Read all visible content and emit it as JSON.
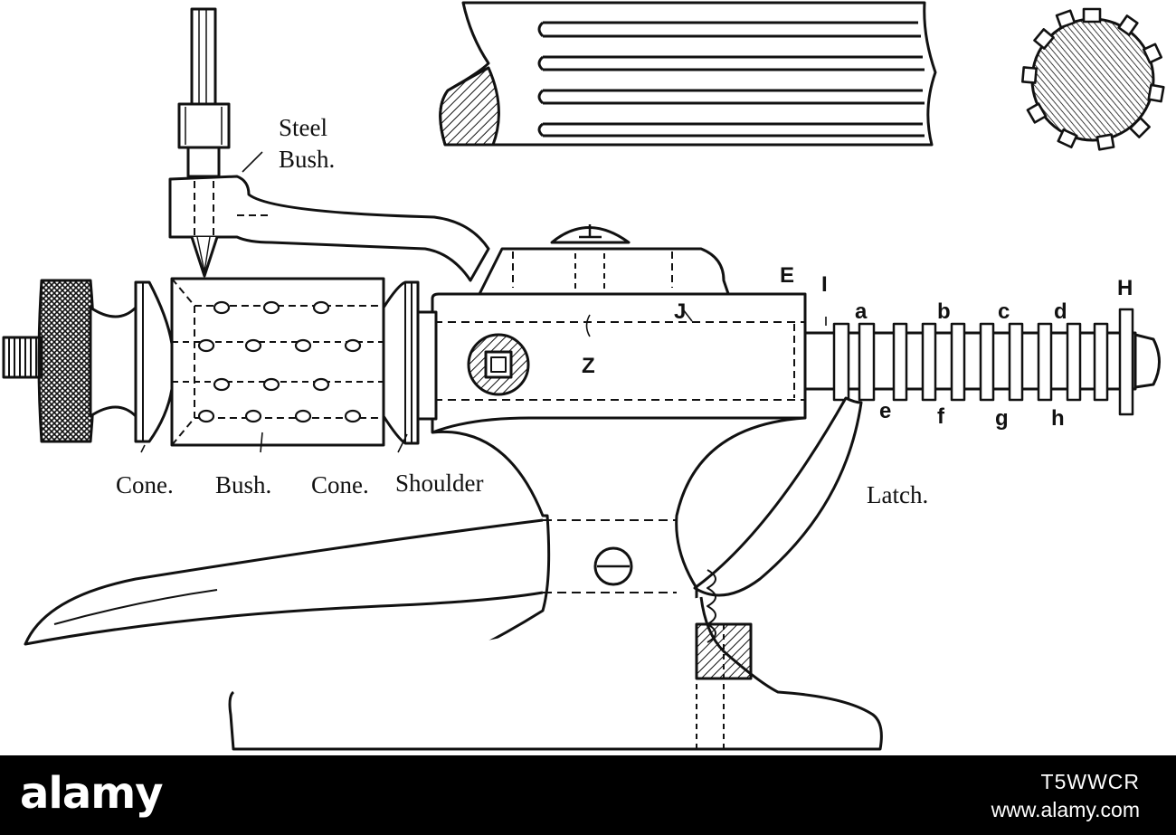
{
  "labels": {
    "steel_bush": [
      "Steel",
      "Bush."
    ],
    "cone_left": "Cone.",
    "bush": "Bush.",
    "cone_right": "Cone.",
    "shoulder": "Shoulder",
    "latch": "Latch.",
    "letters": {
      "E": "E",
      "I": "I",
      "H": "H",
      "J": "J",
      "Z": "Z",
      "a": "a",
      "b": "b",
      "c": "c",
      "d": "d",
      "e": "e",
      "f": "f",
      "g": "g",
      "h": "h"
    }
  },
  "footer": {
    "brand": "alamy",
    "image_id": "T5WWCR",
    "site": "www.alamy.com"
  },
  "colors": {
    "ink": "#111111",
    "background": "#ffffff",
    "footer": "#000000"
  }
}
